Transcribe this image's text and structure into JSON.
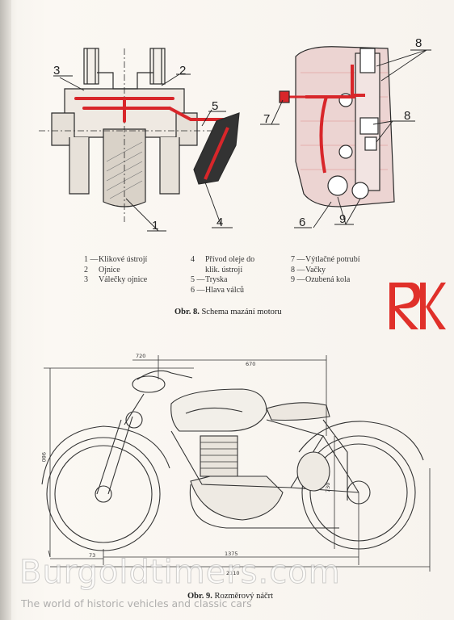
{
  "figure8": {
    "callouts": [
      "1",
      "2",
      "3",
      "4",
      "5",
      "6",
      "7",
      "8",
      "8",
      "9"
    ],
    "legend_col1": [
      {
        "num": "1 —",
        "text": "Klikové ústrojí"
      },
      {
        "num": "2",
        "text": "Ojnice"
      },
      {
        "num": "3",
        "text": "Válečky ojnice"
      }
    ],
    "legend_col2": [
      {
        "num": "4",
        "text": "Přívod oleje do"
      },
      {
        "num": "",
        "text": "klik. ústrojí"
      },
      {
        "num": "5 —",
        "text": "Tryska"
      },
      {
        "num": "6 —",
        "text": "Hlava válců"
      }
    ],
    "legend_col3": [
      {
        "num": "7 —",
        "text": "Výtlačné potrubí"
      },
      {
        "num": "8 —",
        "text": "Vačky"
      },
      {
        "num": "9 —",
        "text": "Ozubená kola"
      }
    ],
    "caption_label": "Obr. 8.",
    "caption_text": "Schema mazání motoru"
  },
  "figure9": {
    "dimensions": [
      "720",
      "670",
      "980",
      "730",
      "73",
      "1375",
      "2110"
    ],
    "caption_label": "Obr. 9.",
    "caption_text": "Rozměrový náčrt"
  },
  "logo": {
    "text": "RK",
    "color": "#e0302a"
  },
  "watermark": {
    "title": "Burgoldtimers.com",
    "subtitle": "The world of historic vehicles and classic cars"
  }
}
